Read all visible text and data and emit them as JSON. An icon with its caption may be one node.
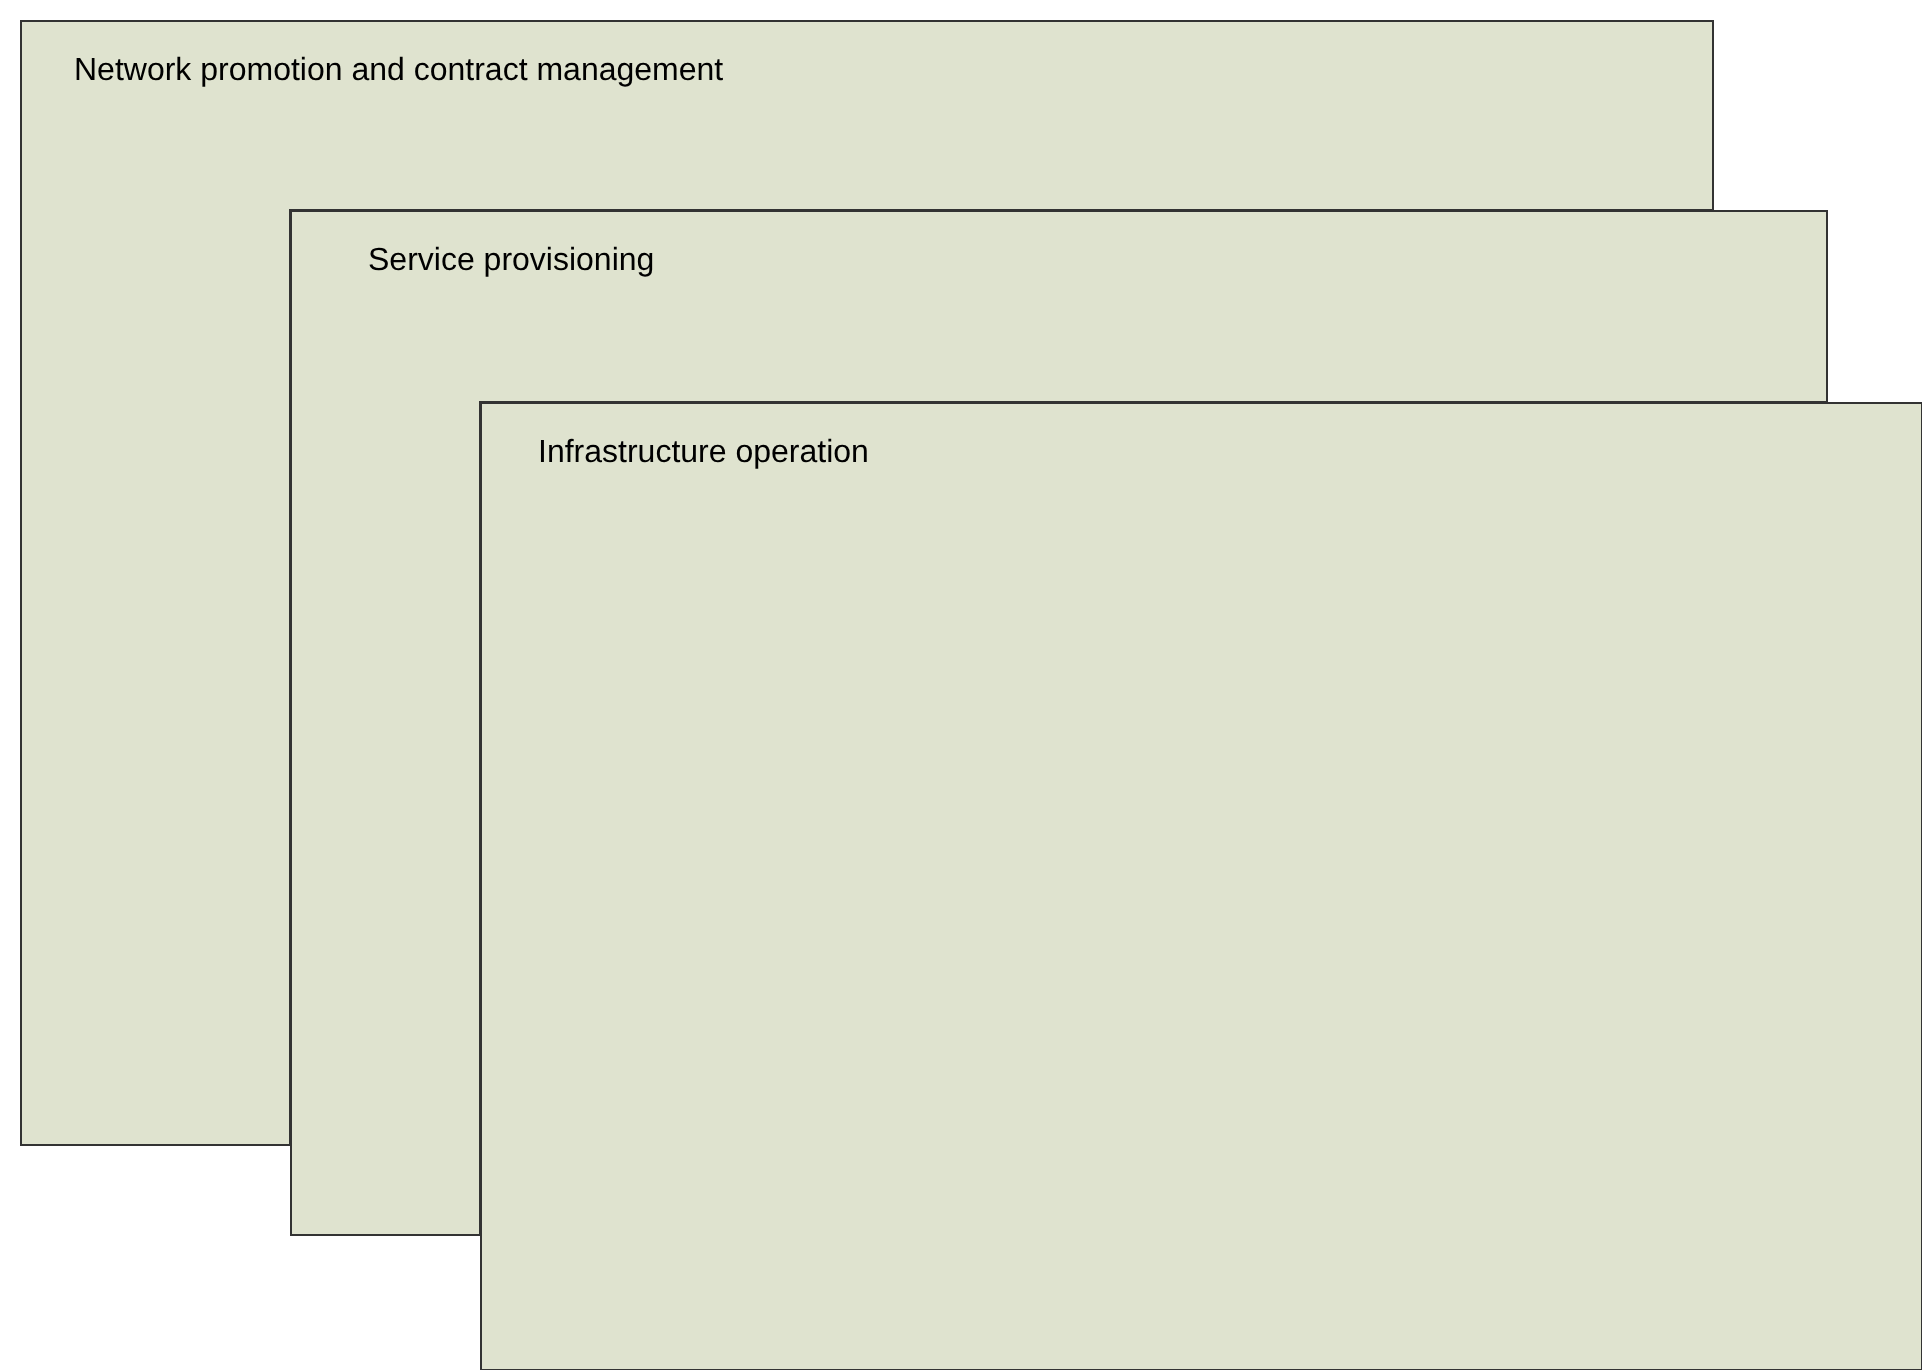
{
  "diagram": {
    "nodes": [
      {
        "text": [
          "Network promotion and contract management"
        ]
      },
      {
        "text": [
          "Service provisioning"
        ]
      },
      {
        "text": [
          "Infrastructure operation"
        ]
      }
    ]
  }
}
